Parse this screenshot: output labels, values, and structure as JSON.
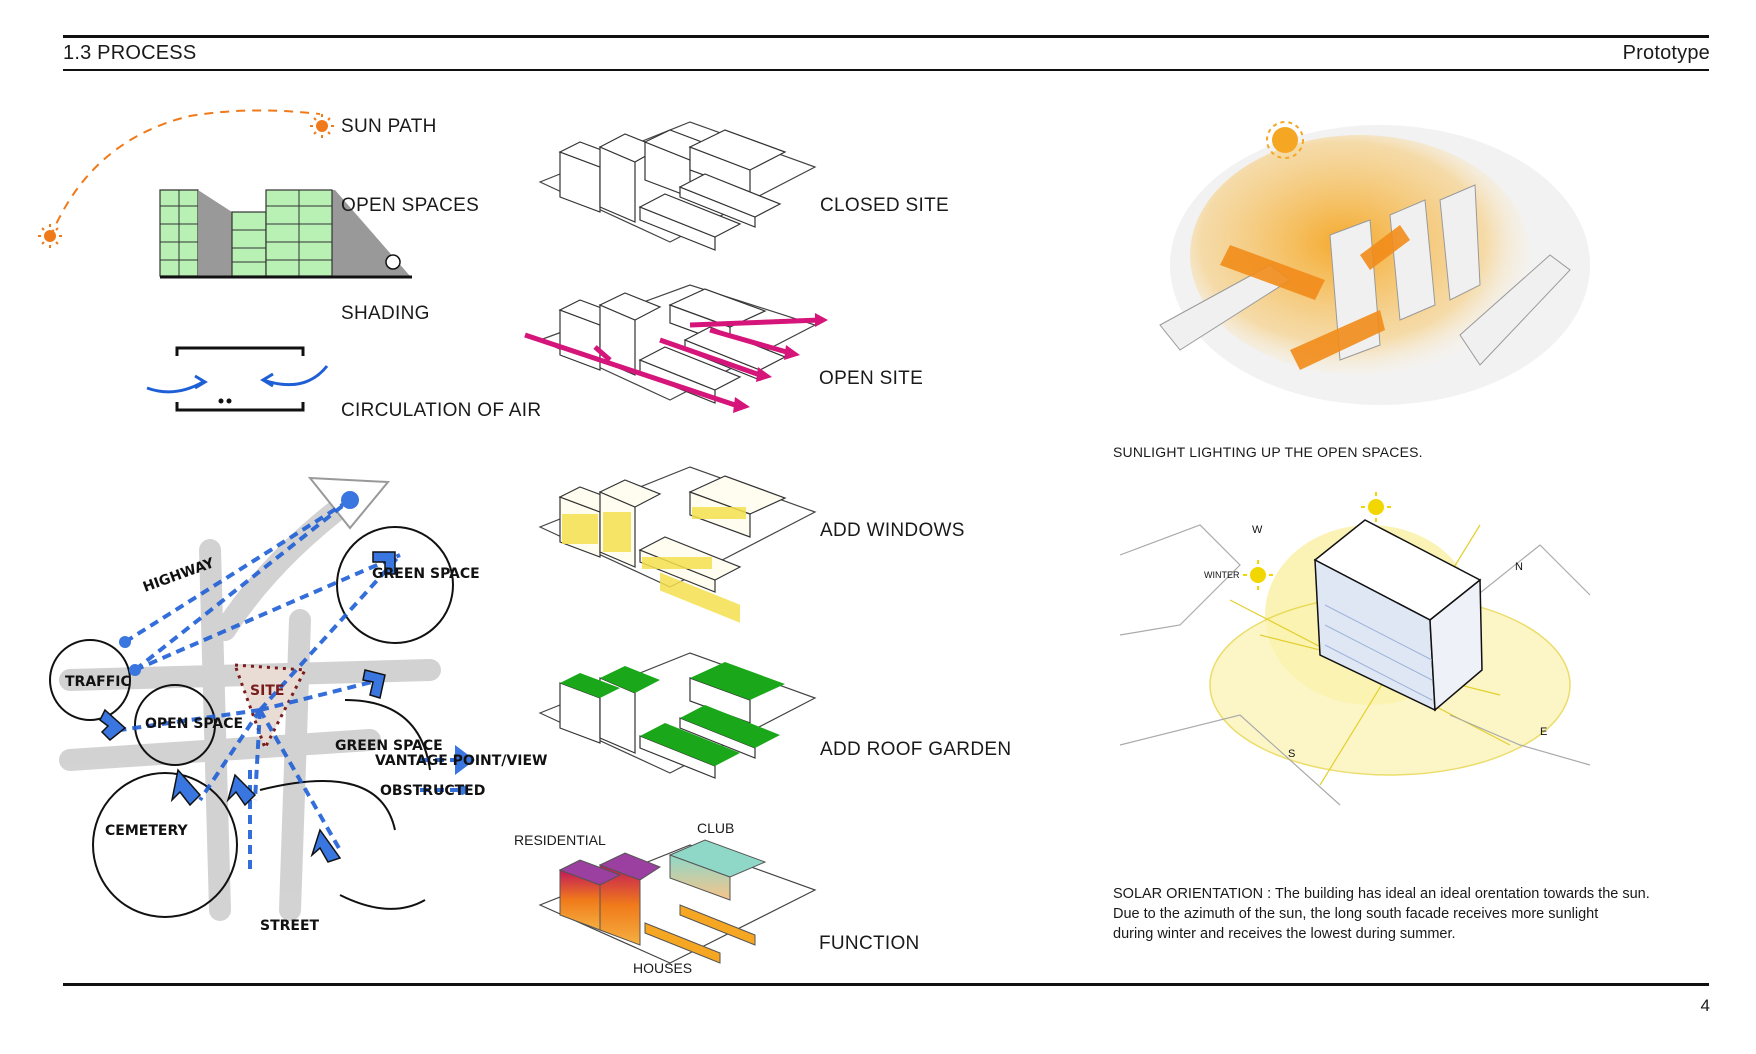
{
  "header": {
    "section": "1.3 PROCESS",
    "title": "Prototype"
  },
  "legend": {
    "sun_path": "SUN PATH",
    "open_spaces": "OPEN SPACES",
    "shading": "SHADING",
    "circulation": "CIRCULATION OF AIR"
  },
  "steps": {
    "closed_site": "CLOSED SITE",
    "open_site": "OPEN SITE",
    "add_windows": "ADD WINDOWS",
    "add_roof_garden": "ADD ROOF GARDEN",
    "function": "FUNCTION"
  },
  "function_labels": {
    "residential": "RESIDENTIAL",
    "club": "CLUB",
    "houses": "HOUSES"
  },
  "site_sketch": {
    "highway": "HIGHWAY",
    "green_space_1": "GREEN SPACE",
    "traffic": "TRAFFIC",
    "site": "SITE",
    "open_space": "OPEN SPACE",
    "green_space_2": "GREEN SPACE",
    "cemetery": "CEMETERY",
    "vantage": "VANTAGE POINT/VIEW",
    "obstructed": "OBSTRUCTED",
    "street": "STREET"
  },
  "right": {
    "sunlight_caption": "SUNLIGHT LIGHTING UP THE OPEN SPACES.",
    "solar_lines": [
      "SOLAR ORIENTATION : The building has ideal an ideal orentation towards the sun.",
      "Due to the azimuth of the sun, the long south facade receives more sunlight",
      "during winter and receives the lowest during summer."
    ],
    "compass": {
      "w": "W",
      "n": "N",
      "s": "S",
      "e": "E",
      "winter": "WINTER"
    }
  },
  "footer": {
    "page_number": "4"
  },
  "colors": {
    "sun": "#f07a1a",
    "green": "#b9f0b4",
    "magenta": "#d6157a",
    "blue": "#1f5fd6",
    "orange": "#f5a623",
    "yellow": "#f4e04d",
    "roof_green": "#1aa81a"
  }
}
